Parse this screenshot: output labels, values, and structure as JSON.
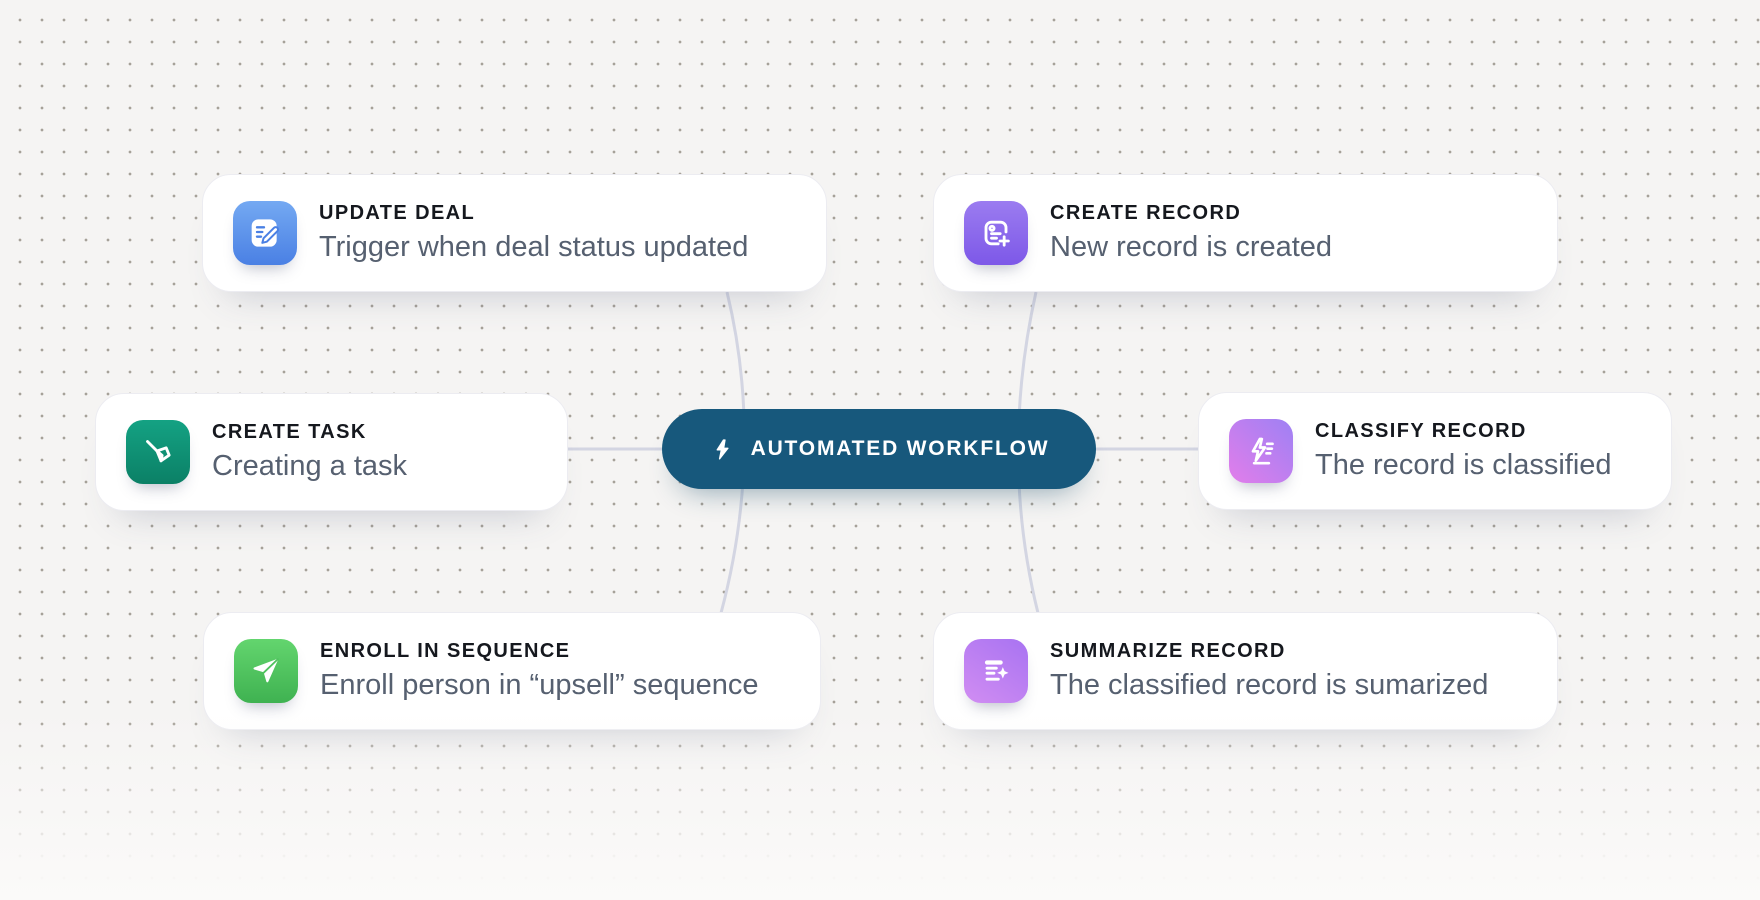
{
  "canvas": {
    "background_color": "#f5f4f3",
    "dot_color": "#766e62"
  },
  "center_node": {
    "label": "AUTOMATED WORKFLOW",
    "icon": "lightning-bolt-icon",
    "bg_color": "#17587c",
    "text_color": "#ffffff"
  },
  "connectors": {
    "color": "#d3d5e2"
  },
  "nodes": [
    {
      "title": "UPDATE DEAL",
      "subtitle": "Trigger when deal status updated",
      "icon": "edit-document-icon",
      "icon_from": "#74a9f2",
      "icon_to": "#4a80e4",
      "icon_angle": "180deg"
    },
    {
      "title": "CREATE RECORD",
      "subtitle": "New record is created",
      "icon": "record-plus-icon",
      "icon_from": "#9b7cf0",
      "icon_to": "#7d58e8",
      "icon_angle": "180deg"
    },
    {
      "title": "CREATE TASK",
      "subtitle": "Creating a task",
      "icon": "pushpin-icon",
      "icon_from": "#14a283",
      "icon_to": "#0b8066",
      "icon_angle": "180deg"
    },
    {
      "title": "CLASSIFY RECORD",
      "subtitle": "The record is classified",
      "icon": "flash-list-icon",
      "icon_from": "#e27eea",
      "icon_to": "#9e80f4",
      "icon_angle": "45deg"
    },
    {
      "title": "ENROLL IN SEQUENCE",
      "subtitle": "Enroll person in “upsell” sequence",
      "icon": "paper-plane-icon",
      "icon_from": "#63d56e",
      "icon_to": "#3fb251",
      "icon_angle": "180deg"
    },
    {
      "title": "SUMMARIZE RECORD",
      "subtitle": "The classified record is sumarized",
      "icon": "summary-sparkle-icon",
      "icon_from": "#a873f2",
      "icon_to": "#d18df2",
      "icon_angle": "215deg"
    }
  ]
}
